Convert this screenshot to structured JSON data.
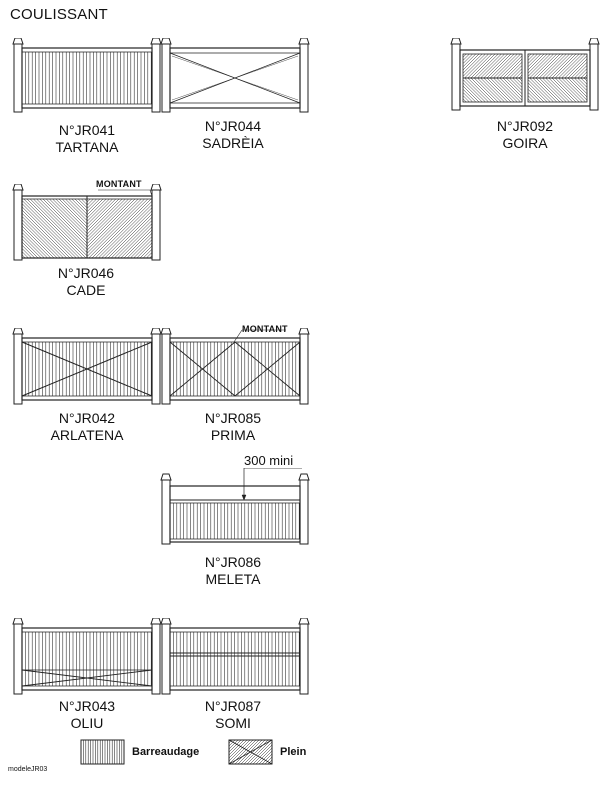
{
  "page_title": "COULISSANT",
  "models": [
    {
      "code": "N°JR041",
      "name": "TARTANA"
    },
    {
      "code": "N°JR044",
      "name": "SADRÈIA"
    },
    {
      "code": "N°JR092",
      "name": "GOIRA"
    },
    {
      "code": "N°JR046",
      "name": "CADE"
    },
    {
      "code": "N°JR042",
      "name": "ARLATENA"
    },
    {
      "code": "N°JR085",
      "name": "PRIMA"
    },
    {
      "code": "N°JR086",
      "name": "MELETA"
    },
    {
      "code": "N°JR043",
      "name": "OLIU"
    },
    {
      "code": "N°JR087",
      "name": "SOMI"
    }
  ],
  "annotations": {
    "montant_1": "MONTANT",
    "montant_2": "MONTANT",
    "dimension": "300 mini"
  },
  "legend": {
    "barreaudage": "Barreaudage",
    "plein": "Plein"
  },
  "footer_ref": "modeleJR03"
}
